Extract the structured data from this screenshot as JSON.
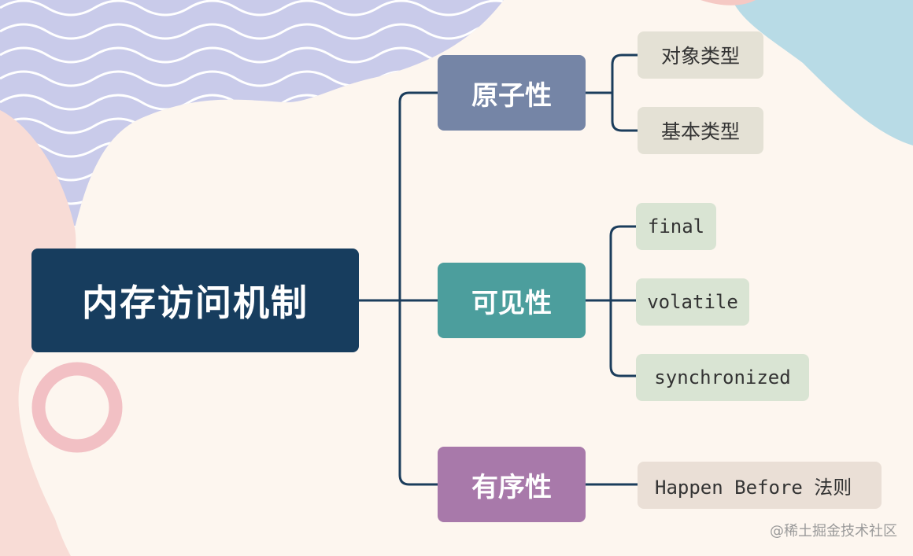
{
  "diagram": {
    "root": {
      "label": "内存访问机制"
    },
    "branches": [
      {
        "label": "原子性",
        "color": "#7585a6",
        "children": [
          "对象类型",
          "基本类型"
        ]
      },
      {
        "label": "可见性",
        "color": "#4c9e9d",
        "children": [
          "final",
          "volatile",
          "synchronized"
        ]
      },
      {
        "label": "有序性",
        "color": "#a879aa",
        "children": [
          "Happen Before 法则"
        ]
      }
    ],
    "line_color": "#1b3d5c"
  },
  "watermark": "@稀土掘金技术社区"
}
